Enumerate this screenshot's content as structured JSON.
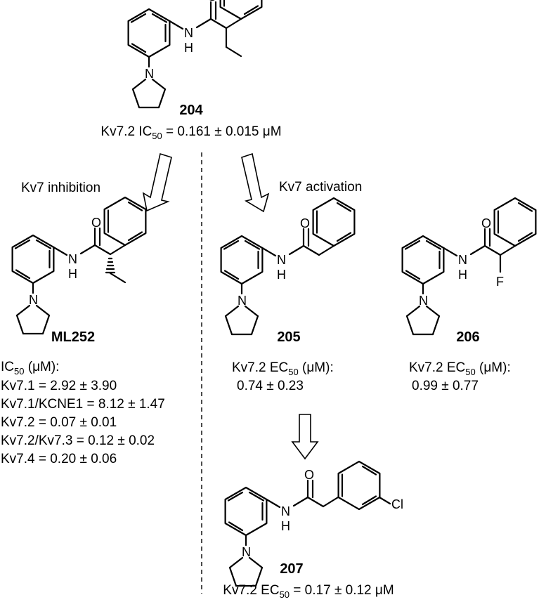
{
  "atoms": {
    "O": "O",
    "N": "N",
    "H": "H",
    "F": "F",
    "Cl": "Cl"
  },
  "compounds": {
    "c204": {
      "id": "204",
      "activity": {
        "prefix": "Kv7.2 IC",
        "sub": "50",
        "suffix": " = 0.161 ± 0.015 μM"
      }
    },
    "ml252": {
      "id": "ML252",
      "activity_header": {
        "prefix": "IC",
        "sub": "50",
        "suffix": " (μM):"
      },
      "activity_rows": [
        "Kv7.1 = 2.92 ± 3.90",
        "Kv7.1/KCNE1 = 8.12 ± 1.47",
        "Kv7.2 = 0.07 ± 0.01",
        "Kv7.2/Kv7.3 = 0.12 ± 0.02",
        "Kv7.4 = 0.20 ± 0.06"
      ]
    },
    "c205": {
      "id": "205",
      "activity_header": {
        "prefix": "Kv7.2 EC",
        "sub": "50",
        "suffix": " (μM):"
      },
      "value": "0.74 ± 0.23"
    },
    "c206": {
      "id": "206",
      "activity_header": {
        "prefix": "Kv7.2 EC",
        "sub": "50",
        "suffix": " (μM):"
      },
      "value": "0.99 ± 0.77"
    },
    "c207": {
      "id": "207",
      "activity": {
        "prefix": "Kv7.2 EC",
        "sub": "50",
        "suffix": " = 0.17 ± 0.12 μM"
      }
    }
  },
  "arrows": {
    "inhibition_label": "Kv7 inhibition",
    "activation_label": "Kv7 activation"
  }
}
